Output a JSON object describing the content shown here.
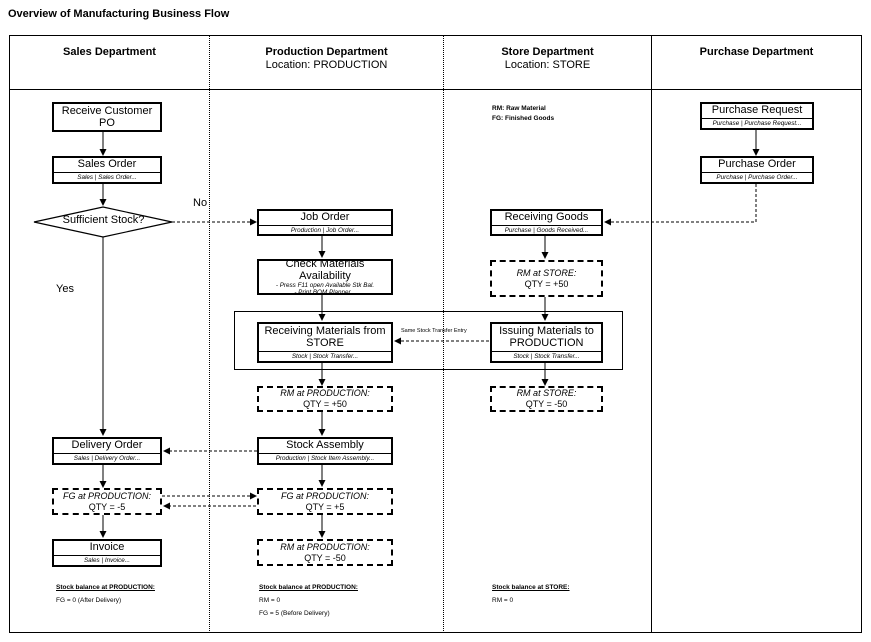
{
  "title": "Overview of Manufacturing Business Flow",
  "columns": [
    {
      "name": "Sales Department",
      "location": ""
    },
    {
      "name": "Production Department",
      "location": "Location: PRODUCTION"
    },
    {
      "name": "Store Department",
      "location": "Location: STORE"
    },
    {
      "name": "Purchase Department",
      "location": ""
    }
  ],
  "legend": {
    "rm": "RM: Raw Material",
    "fg": "FG: Finished Goods"
  },
  "nodes": {
    "receive_po": {
      "main": "Receive Customer",
      "line2": "PO"
    },
    "sales_order": {
      "main": "Sales Order",
      "sub": "Sales | Sales Order..."
    },
    "sufficient_stock": {
      "main": "Sufficient Stock?"
    },
    "job_order": {
      "main": "Job Order",
      "sub": "Production | Job Order..."
    },
    "check_materials": {
      "main": "Check Materials Availability",
      "note1": "- Press F11 open Available Stk Bal.",
      "note2": "- Print BOM Planner..."
    },
    "receiving_materials": {
      "main": "Receiving Materials from",
      "line2": "STORE",
      "sub": "Stock | Stock Transfer..."
    },
    "rm_prod_plus": {
      "main": "RM at PRODUCTION:",
      "line2": "QTY = +50"
    },
    "stock_assembly": {
      "main": "Stock Assembly",
      "sub": "Production | Stock Item Assembly..."
    },
    "fg_prod_plus": {
      "main": "FG at PRODUCTION:",
      "line2": "QTY = +5"
    },
    "rm_prod_minus": {
      "main": "RM at PRODUCTION:",
      "line2": "QTY = -50"
    },
    "receiving_goods": {
      "main": "Receiving Goods",
      "sub": "Purchase | Goods Received..."
    },
    "rm_store_plus": {
      "main": "RM at STORE:",
      "line2": "QTY = +50"
    },
    "issuing_materials": {
      "main": "Issuing Materials to",
      "line2": "PRODUCTION",
      "sub": "Stock | Stock Transfer..."
    },
    "rm_store_minus": {
      "main": "RM at STORE:",
      "line2": "QTY = -50"
    },
    "purchase_request": {
      "main": "Purchase Request",
      "sub": "Purchase | Purchase Request..."
    },
    "purchase_order": {
      "main": "Purchase Order",
      "sub": "Purchase | Purchase Order..."
    },
    "delivery_order": {
      "main": "Delivery Order",
      "sub": "Sales | Delivery Order..."
    },
    "fg_prod_minus": {
      "main": "FG at PRODUCTION:",
      "line2": "QTY = -5"
    },
    "invoice": {
      "main": "Invoice",
      "sub": "Sales | Invoice..."
    }
  },
  "edge_labels": {
    "no": "No",
    "yes": "Yes",
    "same_entry": "Same Stock Transfer Entry"
  },
  "balances": {
    "sales": {
      "heading": "Stock balance at PRODUCTION:",
      "lines": [
        "FG = 0 (After Delivery)"
      ]
    },
    "production": {
      "heading": "Stock balance at PRODUCTION:",
      "lines": [
        "RM = 0",
        "FG = 5 (Before Delivery)"
      ]
    },
    "store": {
      "heading": "Stock balance at STORE:",
      "lines": [
        "RM = 0"
      ]
    }
  }
}
